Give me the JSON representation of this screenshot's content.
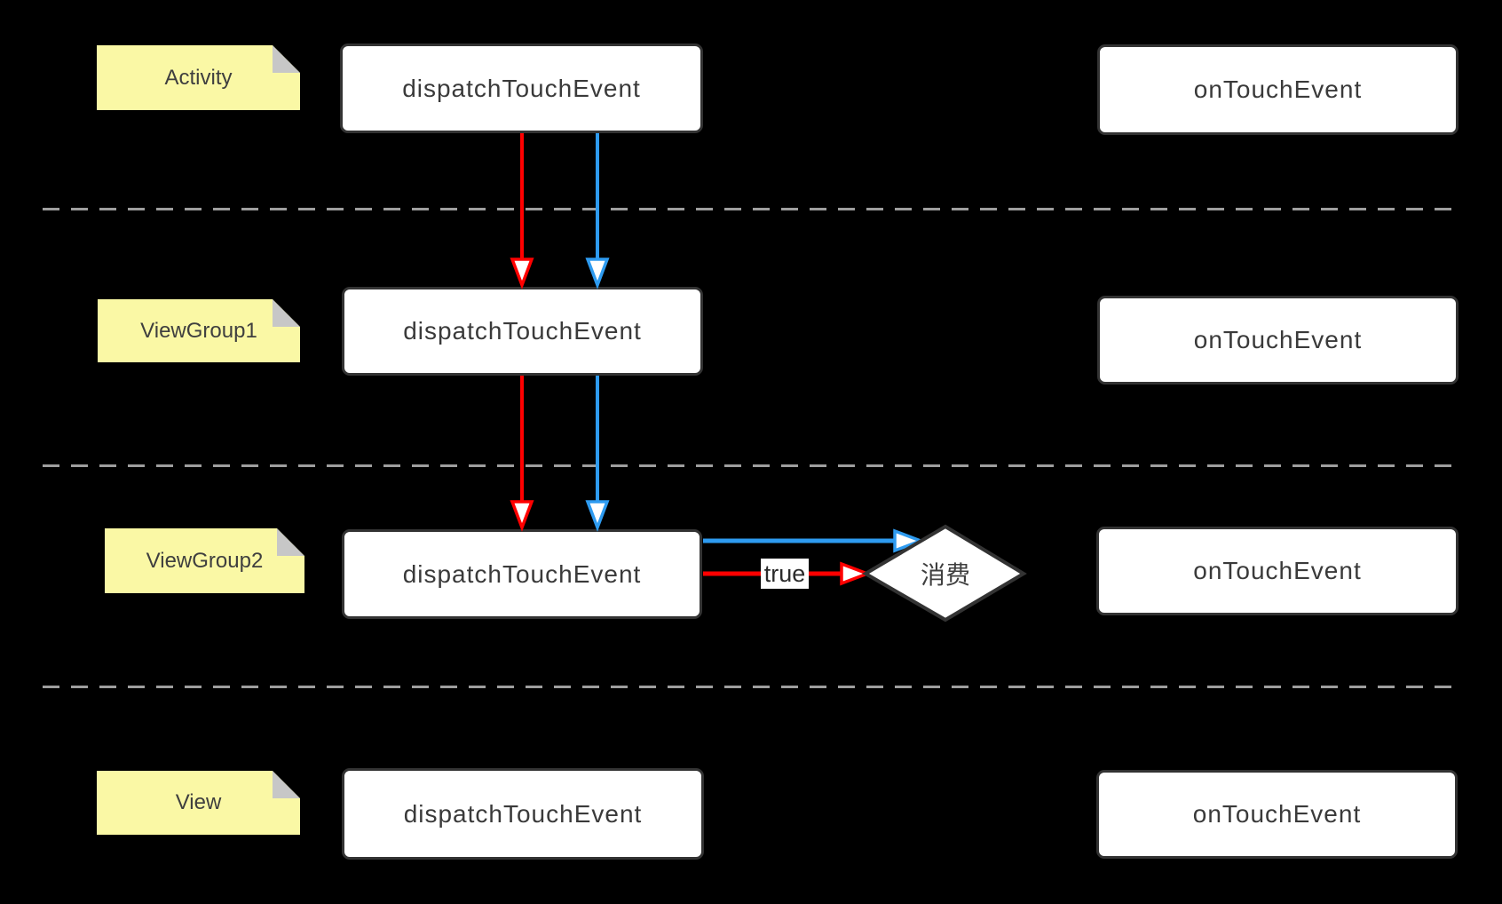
{
  "colors": {
    "background": "#000000",
    "note_fill": "#FAF8A5",
    "note_fold": "#C7C7C7",
    "note_text": "#3F3F3F",
    "box_fill": "#FFFFFF",
    "box_border": "#333333",
    "box_text": "#3A3A3A",
    "dash": "#9E9E9E",
    "arrow_red": "#FF0000",
    "arrow_blue": "#2E9BF0",
    "edge_label_text": "#2B2B2B"
  },
  "lanes": [
    {
      "name": "Activity",
      "dispatch_label": "dispatchTouchEvent",
      "ontouch_label": "onTouchEvent"
    },
    {
      "name": "ViewGroup1",
      "dispatch_label": "dispatchTouchEvent",
      "ontouch_label": "onTouchEvent"
    },
    {
      "name": "ViewGroup2",
      "dispatch_label": "dispatchTouchEvent",
      "ontouch_label": "onTouchEvent"
    },
    {
      "name": "View",
      "dispatch_label": "dispatchTouchEvent",
      "ontouch_label": "onTouchEvent"
    }
  ],
  "decision": {
    "label": "消费"
  },
  "edge": {
    "true_label": "true"
  }
}
